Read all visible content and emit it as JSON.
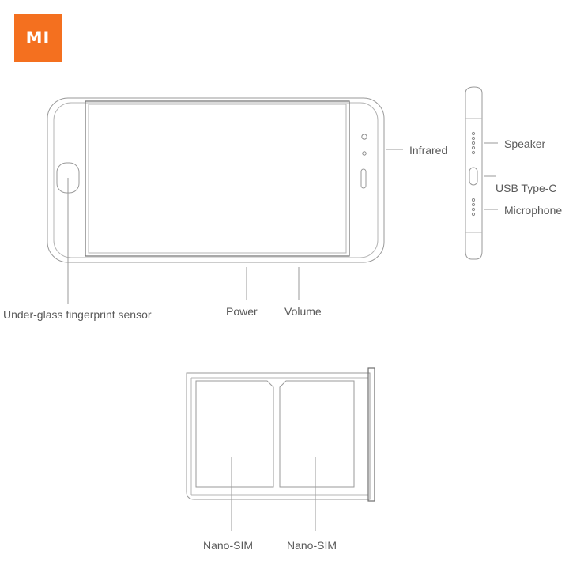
{
  "brand": {
    "logo_text": "MI",
    "logo_color": "#f4701f"
  },
  "labels": {
    "infrared": "Infrared",
    "speaker": "Speaker",
    "usb": "USB Type-C",
    "microphone": "Microphone",
    "fingerprint": "Under-glass fingerprint sensor",
    "power": "Power",
    "volume": "Volume",
    "nano_sim_1": "Nano-SIM",
    "nano_sim_2": "Nano-SIM"
  }
}
